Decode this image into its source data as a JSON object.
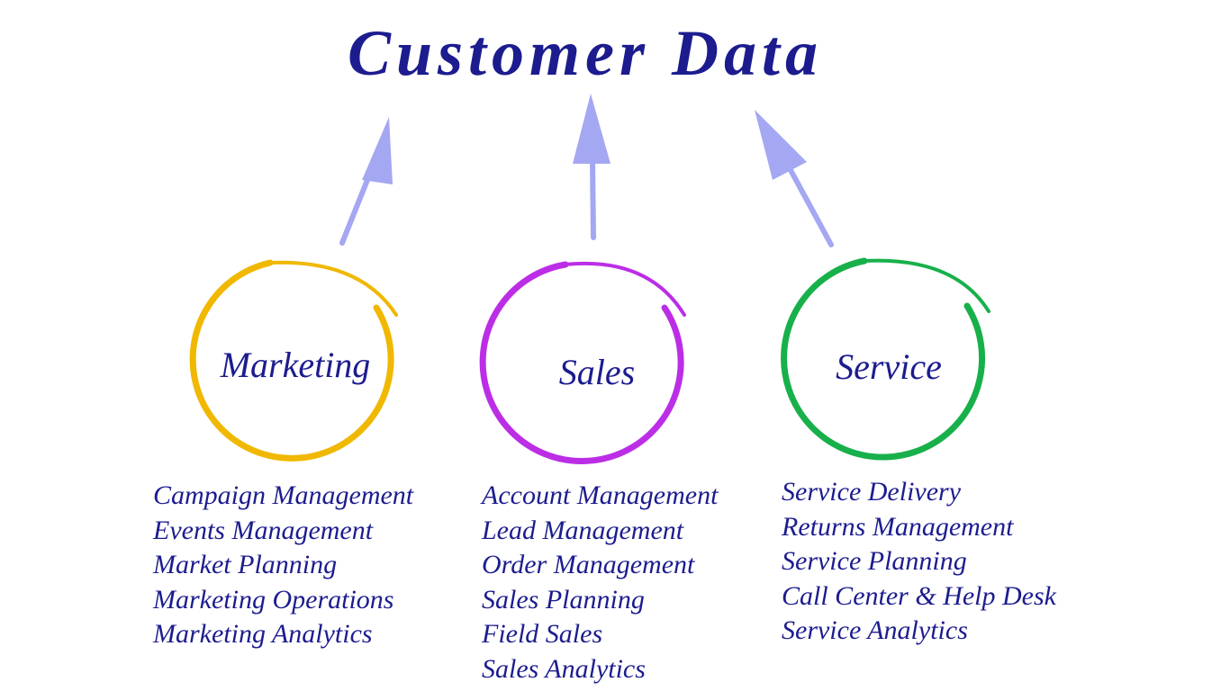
{
  "title": "Customer Data",
  "colors": {
    "text": "#1c1c8f",
    "arrow": "#a4a7f2",
    "marketing": "#f0b800",
    "sales": "#bb2ee6",
    "service": "#18b04a"
  },
  "groups": [
    {
      "label": "Marketing",
      "items": [
        "Campaign Management",
        "Events Management",
        "Market Planning",
        "Marketing Operations",
        "Marketing Analytics"
      ]
    },
    {
      "label": "Sales",
      "items": [
        "Account Management",
        "Lead Management",
        "Order Management",
        "Sales Planning",
        "Field Sales",
        "Sales Analytics"
      ]
    },
    {
      "label": "Service",
      "items": [
        "Service Delivery",
        "Returns Management",
        "Service Planning",
        "Call Center & Help Desk",
        "Service Analytics"
      ]
    }
  ]
}
